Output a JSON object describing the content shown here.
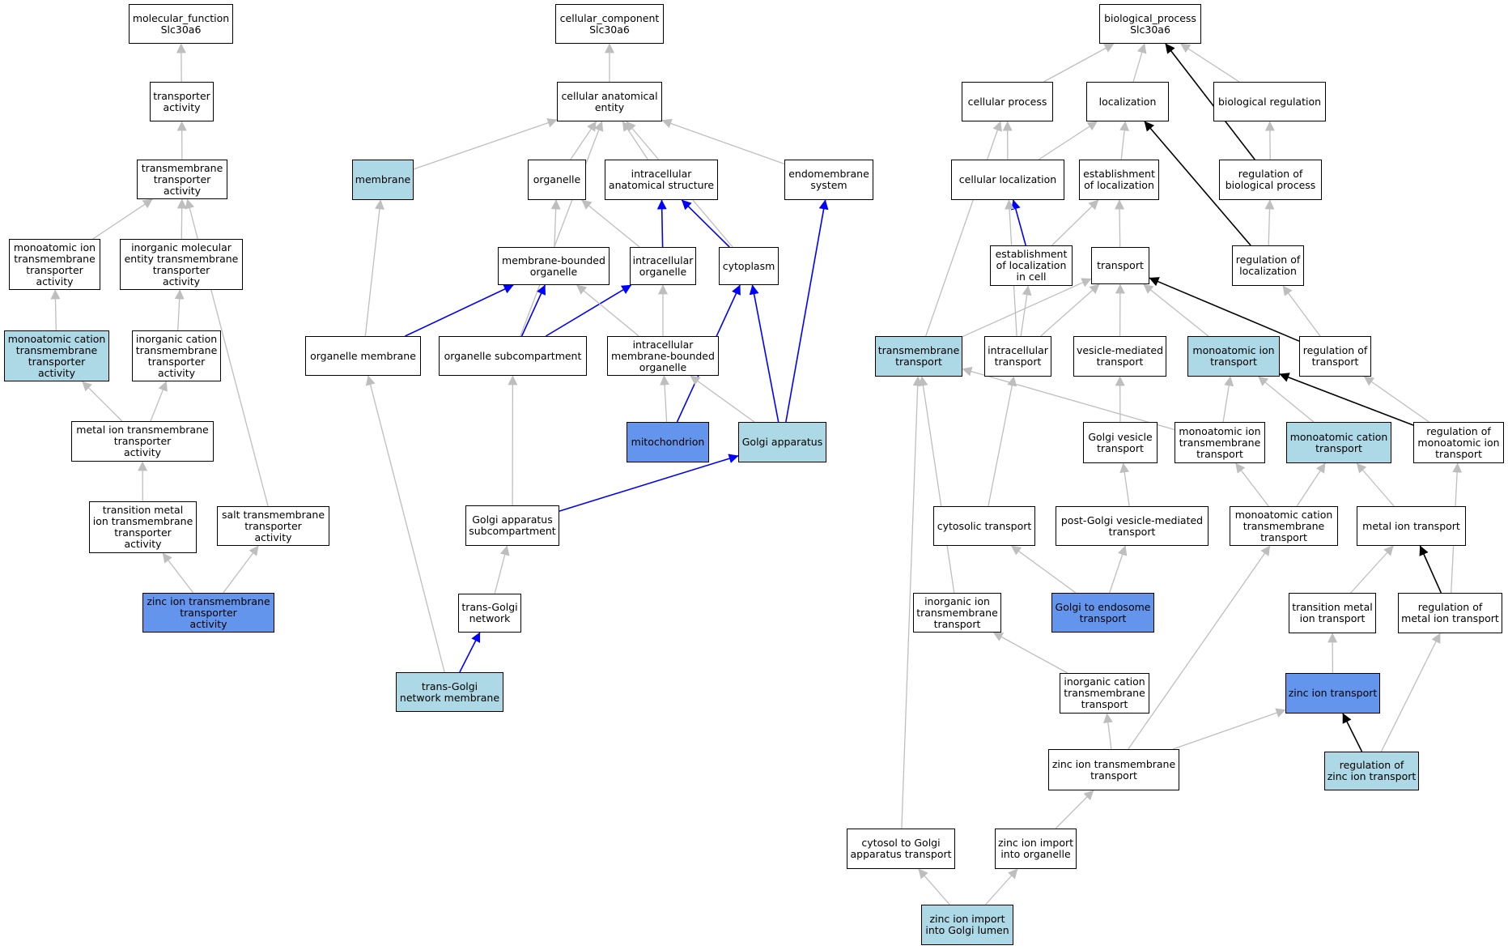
{
  "colors": {
    "edge_default": "#bebebe",
    "edge_blue": "#0000ff",
    "edge_black": "#000000",
    "node_highlight_light": "#add8e6",
    "node_highlight_dark": "#6495ed"
  },
  "nodes": [
    {
      "id": "mf_root",
      "label": "molecular_function\nSlc30a6",
      "style": "plain"
    },
    {
      "id": "transporter_activity",
      "label": "transporter\nactivity",
      "style": "plain"
    },
    {
      "id": "tm_transporter_activity",
      "label": "transmembrane\ntransporter\nactivity",
      "style": "plain"
    },
    {
      "id": "monoatomic_ion_tm_act",
      "label": "monoatomic ion\ntransmembrane\ntransporter\nactivity",
      "style": "plain"
    },
    {
      "id": "inorganic_mol_entity_act",
      "label": "inorganic molecular\nentity transmembrane\ntransporter\nactivity",
      "style": "plain"
    },
    {
      "id": "monoatomic_cation_tm_act",
      "label": "monoatomic cation\ntransmembrane\ntransporter\nactivity",
      "style": "light"
    },
    {
      "id": "inorganic_cation_tm_act",
      "label": "inorganic cation\ntransmembrane\ntransporter\nactivity",
      "style": "plain"
    },
    {
      "id": "metal_ion_tm_act",
      "label": "metal ion transmembrane\ntransporter\nactivity",
      "style": "plain"
    },
    {
      "id": "transition_metal_tm_act",
      "label": "transition metal\nion transmembrane\ntransporter\nactivity",
      "style": "plain"
    },
    {
      "id": "salt_tm_act",
      "label": "salt transmembrane\ntransporter\nactivity",
      "style": "plain"
    },
    {
      "id": "zinc_ion_tm_act",
      "label": "zinc ion transmembrane\ntransporter\nactivity",
      "style": "dark"
    },
    {
      "id": "cc_root",
      "label": "cellular_component\nSlc30a6",
      "style": "plain"
    },
    {
      "id": "cellular_anatomical_entity",
      "label": "cellular anatomical\nentity",
      "style": "plain"
    },
    {
      "id": "membrane",
      "label": "membrane",
      "style": "light"
    },
    {
      "id": "organelle",
      "label": "organelle",
      "style": "plain"
    },
    {
      "id": "intracellular_anat_structure",
      "label": "intracellular\nanatomical structure",
      "style": "plain"
    },
    {
      "id": "endomembrane_system",
      "label": "endomembrane\nsystem",
      "style": "plain"
    },
    {
      "id": "membrane_bounded_organelle",
      "label": "membrane-bounded\norganelle",
      "style": "plain"
    },
    {
      "id": "intracellular_organelle",
      "label": "intracellular\norganelle",
      "style": "plain"
    },
    {
      "id": "cytoplasm",
      "label": "cytoplasm",
      "style": "plain"
    },
    {
      "id": "organelle_membrane",
      "label": "organelle membrane",
      "style": "plain"
    },
    {
      "id": "organelle_subcompartment",
      "label": "organelle subcompartment",
      "style": "plain"
    },
    {
      "id": "intracellular_mb_organelle",
      "label": "intracellular\nmembrane-bounded\norganelle",
      "style": "plain"
    },
    {
      "id": "mitochondrion",
      "label": "mitochondrion",
      "style": "dark"
    },
    {
      "id": "golgi_apparatus",
      "label": "Golgi apparatus",
      "style": "light"
    },
    {
      "id": "golgi_subcompartment",
      "label": "Golgi apparatus\nsubcompartment",
      "style": "plain"
    },
    {
      "id": "trans_golgi_network",
      "label": "trans-Golgi\nnetwork",
      "style": "plain"
    },
    {
      "id": "trans_golgi_network_membrane",
      "label": "trans-Golgi\nnetwork membrane",
      "style": "light"
    },
    {
      "id": "bp_root",
      "label": "biological_process\nSlc30a6",
      "style": "plain"
    },
    {
      "id": "cellular_process",
      "label": "cellular process",
      "style": "plain"
    },
    {
      "id": "localization",
      "label": "localization",
      "style": "plain"
    },
    {
      "id": "biological_regulation",
      "label": "biological regulation",
      "style": "plain"
    },
    {
      "id": "cellular_localization",
      "label": "cellular localization",
      "style": "plain"
    },
    {
      "id": "establishment_of_localization",
      "label": "establishment\nof localization",
      "style": "plain"
    },
    {
      "id": "regulation_of_bio_process",
      "label": "regulation of\nbiological process",
      "style": "plain"
    },
    {
      "id": "establishment_loc_in_cell",
      "label": "establishment\nof localization\nin cell",
      "style": "plain"
    },
    {
      "id": "transport",
      "label": "transport",
      "style": "plain"
    },
    {
      "id": "regulation_of_localization",
      "label": "regulation of\nlocalization",
      "style": "plain"
    },
    {
      "id": "transmembrane_transport",
      "label": "transmembrane\ntransport",
      "style": "light"
    },
    {
      "id": "intracellular_transport",
      "label": "intracellular\ntransport",
      "style": "plain"
    },
    {
      "id": "vesicle_mediated_transport",
      "label": "vesicle-mediated\ntransport",
      "style": "plain"
    },
    {
      "id": "monoatomic_ion_transport",
      "label": "monoatomic ion\ntransport",
      "style": "light"
    },
    {
      "id": "regulation_of_transport",
      "label": "regulation of\ntransport",
      "style": "plain"
    },
    {
      "id": "golgi_vesicle_transport",
      "label": "Golgi vesicle\ntransport",
      "style": "plain"
    },
    {
      "id": "monoatomic_ion_tm_transport",
      "label": "monoatomic ion\ntransmembrane\ntransport",
      "style": "plain"
    },
    {
      "id": "monoatomic_cation_transport",
      "label": "monoatomic cation\ntransport",
      "style": "light"
    },
    {
      "id": "regulation_of_monoatomic_ion_transport",
      "label": "regulation of\nmonoatomic ion\ntransport",
      "style": "plain"
    },
    {
      "id": "cytosolic_transport",
      "label": "cytosolic transport",
      "style": "plain"
    },
    {
      "id": "post_golgi_vesicle_transport",
      "label": "post-Golgi vesicle-mediated\ntransport",
      "style": "plain"
    },
    {
      "id": "monoatomic_cation_tm_transport",
      "label": "monoatomic cation\ntransmembrane\ntransport",
      "style": "plain"
    },
    {
      "id": "metal_ion_transport",
      "label": "metal ion transport",
      "style": "plain"
    },
    {
      "id": "inorganic_ion_tm_transport",
      "label": "inorganic ion\ntransmembrane\ntransport",
      "style": "plain"
    },
    {
      "id": "golgi_to_endosome_transport",
      "label": "Golgi to endosome\ntransport",
      "style": "dark"
    },
    {
      "id": "transition_metal_ion_transport",
      "label": "transition metal\nion transport",
      "style": "plain"
    },
    {
      "id": "regulation_of_metal_ion_transport",
      "label": "regulation of\nmetal ion transport",
      "style": "plain"
    },
    {
      "id": "inorganic_cation_tm_transport",
      "label": "inorganic cation\ntransmembrane\ntransport",
      "style": "plain"
    },
    {
      "id": "zinc_ion_transport",
      "label": "zinc ion transport",
      "style": "dark"
    },
    {
      "id": "zinc_ion_tm_transport",
      "label": "zinc ion transmembrane\ntransport",
      "style": "plain"
    },
    {
      "id": "regulation_of_zinc_ion_transport",
      "label": "regulation of\nzinc ion transport",
      "style": "light"
    },
    {
      "id": "cytosol_to_golgi_transport",
      "label": "cytosol to Golgi\napparatus transport",
      "style": "plain"
    },
    {
      "id": "zinc_ion_import_into_organelle",
      "label": "zinc ion import\ninto organelle",
      "style": "plain"
    },
    {
      "id": "zinc_ion_import_into_golgi_lumen",
      "label": "zinc ion import\ninto Golgi lumen",
      "style": "light"
    }
  ],
  "edges": [
    {
      "from": "transporter_activity",
      "to": "mf_root",
      "color": "gray"
    },
    {
      "from": "tm_transporter_activity",
      "to": "transporter_activity",
      "color": "gray"
    },
    {
      "from": "monoatomic_ion_tm_act",
      "to": "tm_transporter_activity",
      "color": "gray"
    },
    {
      "from": "inorganic_mol_entity_act",
      "to": "tm_transporter_activity",
      "color": "gray"
    },
    {
      "from": "salt_tm_act",
      "to": "tm_transporter_activity",
      "color": "gray"
    },
    {
      "from": "monoatomic_cation_tm_act",
      "to": "monoatomic_ion_tm_act",
      "color": "gray"
    },
    {
      "from": "inorganic_cation_tm_act",
      "to": "inorganic_mol_entity_act",
      "color": "gray"
    },
    {
      "from": "metal_ion_tm_act",
      "to": "monoatomic_cation_tm_act",
      "color": "gray"
    },
    {
      "from": "metal_ion_tm_act",
      "to": "inorganic_cation_tm_act",
      "color": "gray"
    },
    {
      "from": "transition_metal_tm_act",
      "to": "metal_ion_tm_act",
      "color": "gray"
    },
    {
      "from": "zinc_ion_tm_act",
      "to": "transition_metal_tm_act",
      "color": "gray"
    },
    {
      "from": "zinc_ion_tm_act",
      "to": "salt_tm_act",
      "color": "gray"
    },
    {
      "from": "cellular_anatomical_entity",
      "to": "cc_root",
      "color": "gray"
    },
    {
      "from": "membrane",
      "to": "cellular_anatomical_entity",
      "color": "gray"
    },
    {
      "from": "organelle",
      "to": "cellular_anatomical_entity",
      "color": "gray"
    },
    {
      "from": "intracellular_anat_structure",
      "to": "cellular_anatomical_entity",
      "color": "gray"
    },
    {
      "from": "endomembrane_system",
      "to": "cellular_anatomical_entity",
      "color": "gray"
    },
    {
      "from": "organelle_subcompartment",
      "to": "cellular_anatomical_entity",
      "color": "gray"
    },
    {
      "from": "cytoplasm",
      "to": "cellular_anatomical_entity",
      "color": "gray"
    },
    {
      "from": "membrane_bounded_organelle",
      "to": "organelle",
      "color": "gray"
    },
    {
      "from": "intracellular_organelle",
      "to": "organelle",
      "color": "gray"
    },
    {
      "from": "intracellular_organelle",
      "to": "intracellular_anat_structure",
      "color": "blue"
    },
    {
      "from": "cytoplasm",
      "to": "intracellular_anat_structure",
      "color": "blue"
    },
    {
      "from": "organelle_membrane",
      "to": "membrane",
      "color": "gray"
    },
    {
      "from": "organelle_membrane",
      "to": "membrane_bounded_organelle",
      "color": "blue"
    },
    {
      "from": "organelle_subcompartment",
      "to": "membrane_bounded_organelle",
      "color": "blue"
    },
    {
      "from": "organelle_subcompartment",
      "to": "intracellular_organelle",
      "color": "blue"
    },
    {
      "from": "intracellular_mb_organelle",
      "to": "membrane_bounded_organelle",
      "color": "gray"
    },
    {
      "from": "intracellular_mb_organelle",
      "to": "intracellular_organelle",
      "color": "gray"
    },
    {
      "from": "mitochondrion",
      "to": "intracellular_mb_organelle",
      "color": "gray"
    },
    {
      "from": "mitochondrion",
      "to": "cytoplasm",
      "color": "blue"
    },
    {
      "from": "golgi_apparatus",
      "to": "intracellular_mb_organelle",
      "color": "gray"
    },
    {
      "from": "golgi_apparatus",
      "to": "cytoplasm",
      "color": "blue"
    },
    {
      "from": "golgi_apparatus",
      "to": "endomembrane_system",
      "color": "blue"
    },
    {
      "from": "golgi_subcompartment",
      "to": "organelle_subcompartment",
      "color": "gray"
    },
    {
      "from": "golgi_subcompartment",
      "to": "golgi_apparatus",
      "color": "blue"
    },
    {
      "from": "trans_golgi_network",
      "to": "golgi_subcompartment",
      "color": "gray"
    },
    {
      "from": "trans_golgi_network_membrane",
      "to": "trans_golgi_network",
      "color": "blue"
    },
    {
      "from": "trans_golgi_network_membrane",
      "to": "organelle_membrane",
      "color": "gray"
    },
    {
      "from": "cellular_process",
      "to": "bp_root",
      "color": "gray"
    },
    {
      "from": "localization",
      "to": "bp_root",
      "color": "gray"
    },
    {
      "from": "biological_regulation",
      "to": "bp_root",
      "color": "gray"
    },
    {
      "from": "regulation_of_bio_process",
      "to": "bp_root",
      "color": "black"
    },
    {
      "from": "cellular_localization",
      "to": "cellular_process",
      "color": "gray"
    },
    {
      "from": "cellular_localization",
      "to": "localization",
      "color": "gray"
    },
    {
      "from": "establishment_of_localization",
      "to": "localization",
      "color": "gray"
    },
    {
      "from": "regulation_of_bio_process",
      "to": "biological_regulation",
      "color": "gray"
    },
    {
      "from": "regulation_of_localization",
      "to": "localization",
      "color": "black"
    },
    {
      "from": "regulation_of_localization",
      "to": "regulation_of_bio_process",
      "color": "gray"
    },
    {
      "from": "establishment_loc_in_cell",
      "to": "cellular_localization",
      "color": "blue"
    },
    {
      "from": "establishment_loc_in_cell",
      "to": "establishment_of_localization",
      "color": "gray"
    },
    {
      "from": "transport",
      "to": "establishment_of_localization",
      "color": "gray"
    },
    {
      "from": "transmembrane_transport",
      "to": "cellular_process",
      "color": "gray"
    },
    {
      "from": "transmembrane_transport",
      "to": "transport",
      "color": "gray"
    },
    {
      "from": "intracellular_transport",
      "to": "cellular_localization",
      "color": "gray"
    },
    {
      "from": "intracellular_transport",
      "to": "establishment_loc_in_cell",
      "color": "gray"
    },
    {
      "from": "intracellular_transport",
      "to": "transport",
      "color": "gray"
    },
    {
      "from": "vesicle_mediated_transport",
      "to": "transport",
      "color": "gray"
    },
    {
      "from": "monoatomic_ion_transport",
      "to": "transport",
      "color": "gray"
    },
    {
      "from": "regulation_of_transport",
      "to": "transport",
      "color": "black"
    },
    {
      "from": "regulation_of_transport",
      "to": "regulation_of_localization",
      "color": "gray"
    },
    {
      "from": "golgi_vesicle_transport",
      "to": "vesicle_mediated_transport",
      "color": "gray"
    },
    {
      "from": "monoatomic_ion_tm_transport",
      "to": "transmembrane_transport",
      "color": "gray"
    },
    {
      "from": "monoatomic_ion_tm_transport",
      "to": "monoatomic_ion_transport",
      "color": "gray"
    },
    {
      "from": "monoatomic_cation_transport",
      "to": "monoatomic_ion_transport",
      "color": "gray"
    },
    {
      "from": "regulation_of_monoatomic_ion_transport",
      "to": "monoatomic_ion_transport",
      "color": "black"
    },
    {
      "from": "regulation_of_monoatomic_ion_transport",
      "to": "regulation_of_transport",
      "color": "gray"
    },
    {
      "from": "cytosolic_transport",
      "to": "intracellular_transport",
      "color": "gray"
    },
    {
      "from": "post_golgi_vesicle_transport",
      "to": "golgi_vesicle_transport",
      "color": "gray"
    },
    {
      "from": "monoatomic_cation_tm_transport",
      "to": "monoatomic_ion_tm_transport",
      "color": "gray"
    },
    {
      "from": "monoatomic_cation_tm_transport",
      "to": "monoatomic_cation_transport",
      "color": "gray"
    },
    {
      "from": "metal_ion_transport",
      "to": "monoatomic_cation_transport",
      "color": "gray"
    },
    {
      "from": "regulation_of_metal_ion_transport",
      "to": "metal_ion_transport",
      "color": "black"
    },
    {
      "from": "regulation_of_metal_ion_transport",
      "to": "regulation_of_monoatomic_ion_transport",
      "color": "gray"
    },
    {
      "from": "inorganic_ion_tm_transport",
      "to": "transmembrane_transport",
      "color": "gray"
    },
    {
      "from": "golgi_to_endosome_transport",
      "to": "cytosolic_transport",
      "color": "gray"
    },
    {
      "from": "golgi_to_endosome_transport",
      "to": "post_golgi_vesicle_transport",
      "color": "gray"
    },
    {
      "from": "transition_metal_ion_transport",
      "to": "metal_ion_transport",
      "color": "gray"
    },
    {
      "from": "inorganic_cation_tm_transport",
      "to": "inorganic_ion_tm_transport",
      "color": "gray"
    },
    {
      "from": "zinc_ion_transport",
      "to": "transition_metal_ion_transport",
      "color": "gray"
    },
    {
      "from": "regulation_of_zinc_ion_transport",
      "to": "zinc_ion_transport",
      "color": "black"
    },
    {
      "from": "regulation_of_zinc_ion_transport",
      "to": "regulation_of_metal_ion_transport",
      "color": "gray"
    },
    {
      "from": "zinc_ion_tm_transport",
      "to": "inorganic_cation_tm_transport",
      "color": "gray"
    },
    {
      "from": "zinc_ion_tm_transport",
      "to": "monoatomic_cation_tm_transport",
      "color": "gray"
    },
    {
      "from": "zinc_ion_tm_transport",
      "to": "zinc_ion_transport",
      "color": "gray"
    },
    {
      "from": "zinc_ion_import_into_organelle",
      "to": "zinc_ion_tm_transport",
      "color": "gray"
    },
    {
      "from": "cytosol_to_golgi_transport",
      "to": "transmembrane_transport",
      "color": "gray"
    },
    {
      "from": "zinc_ion_import_into_golgi_lumen",
      "to": "cytosol_to_golgi_transport",
      "color": "gray"
    },
    {
      "from": "zinc_ion_import_into_golgi_lumen",
      "to": "zinc_ion_import_into_organelle",
      "color": "gray"
    }
  ]
}
